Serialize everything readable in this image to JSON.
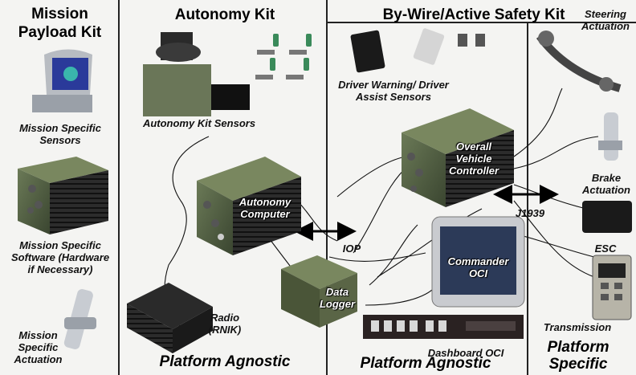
{
  "sections": {
    "mission_title": "Mission\nPayload Kit",
    "autonomy_title": "Autonomy Kit",
    "bywire_title": "By-Wire/Active Safety Kit"
  },
  "labels": {
    "mission_sensors": "Mission Specific\nSensors",
    "mission_software": "Mission Specific\nSoftware (Hardware\nif Necessary)",
    "mission_actuation": "Mission\nSpecific\nActuation",
    "autonomy_sensors": "Autonomy Kit Sensors",
    "autonomy_computer": "Autonomy\nComputer",
    "radio": "Radio\n(RNIK)",
    "data_logger": "Data\nLogger",
    "iop": "IOP",
    "driver_sensors": "Driver Warning/ Driver\nAssist Sensors",
    "ovc": "Overall\nVehicle\nController",
    "j1939": "J1939",
    "commander_oci": "Commander\nOCI",
    "dashboard_oci": "Dashboard OCI",
    "steering": "Steering\nActuation",
    "brake": "Brake\nActuation",
    "esc": "ESC",
    "transmission": "Transmission",
    "platform_agnostic_1": "Platform Agnostic",
    "platform_agnostic_2": "Platform Agnostic",
    "platform_specific": "Platform\nSpecific"
  }
}
